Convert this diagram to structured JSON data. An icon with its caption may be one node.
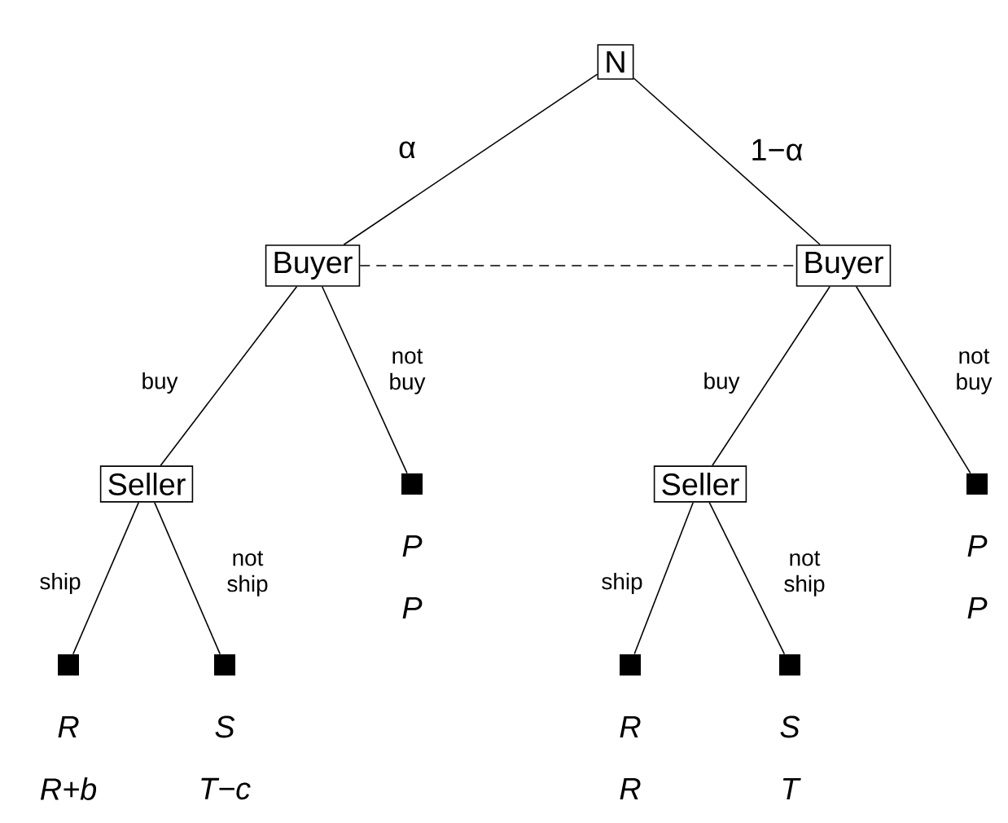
{
  "diagram": {
    "nodes": [
      {
        "text": [
          "N"
        ]
      },
      {
        "text": [
          "Buyer"
        ]
      },
      {
        "text": [
          "Buyer"
        ]
      },
      {
        "text": [
          "Seller"
        ]
      },
      {
        "text": [],
        "shape": "box",
        "beside": [
          "P",
          "P"
        ]
      },
      {
        "text": [
          "Seller"
        ]
      },
      {
        "text": [],
        "shape": "box",
        "beside": [
          "P",
          "P"
        ]
      },
      {
        "text": [],
        "shape": "box",
        "beside": [
          "R",
          "R+b"
        ]
      },
      {
        "text": [],
        "shape": "box",
        "beside": [
          "S",
          "T−c"
        ]
      },
      {
        "text": [],
        "shape": "box",
        "beside": [
          "R",
          "R"
        ]
      },
      {
        "text": [],
        "shape": "box",
        "beside": [
          "S",
          "T"
        ]
      }
    ],
    "edges": [
      {
        "from": 0,
        "to": 1,
        "arrow": "none",
        "label": "α"
      },
      {
        "from": 0,
        "to": 2,
        "arrow": "none",
        "label": "1−α"
      },
      {
        "from": 1,
        "to": 2,
        "arrow": "none",
        "style": "dashed"
      },
      {
        "from": 1,
        "to": 3,
        "arrow": "none",
        "label": "buy"
      },
      {
        "from": 1,
        "to": 4,
        "arrow": "none",
        "label": "not buy"
      },
      {
        "from": 2,
        "to": 5,
        "arrow": "none",
        "label": "buy"
      },
      {
        "from": 2,
        "to": 6,
        "arrow": "none",
        "label": "not buy"
      },
      {
        "from": 3,
        "to": 7,
        "arrow": "none",
        "label": "ship"
      },
      {
        "from": 3,
        "to": 8,
        "arrow": "none",
        "label": "not ship"
      },
      {
        "from": 5,
        "to": 9,
        "arrow": "none",
        "label": "ship"
      },
      {
        "from": 5,
        "to": 10,
        "arrow": "none",
        "label": "not ship"
      }
    ]
  }
}
